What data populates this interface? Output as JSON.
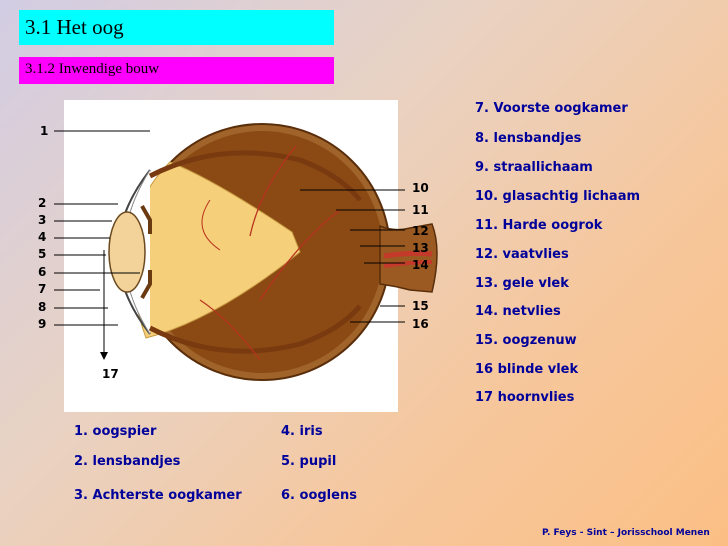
{
  "header": {
    "title": "3.1 Het oog",
    "subtitle": "3.1.2  Inwendige bouw"
  },
  "diagram": {
    "numbers_left": [
      "1",
      "2",
      "3",
      "4",
      "5",
      "6",
      "7",
      "8",
      "9"
    ],
    "numbers_right": [
      "10",
      "11",
      "12",
      "13",
      "14",
      "15",
      "16"
    ],
    "number_bottom": "17"
  },
  "legend_right": [
    "7. Voorste oogkamer",
    "8. lensbandjes",
    "9. straallichaam",
    "10. glasachtig lichaam",
    "11. Harde oogrok",
    "12. vaatvlies",
    "13. gele vlek",
    "14. netvlies",
    "15. oogzenuw",
    "16  blinde vlek",
    "17  hoornvlies"
  ],
  "legend_bottom_left": [
    "1. oogspier",
    "2. lensbandjes",
    "3. Achterste oogkamer"
  ],
  "legend_bottom_right": [
    "4. iris",
    "5. pupil",
    "6. ooglens"
  ],
  "credit": "P. Feys  - Sint – Jorisschool Menen",
  "colors": {
    "title_bg": "#00ffff",
    "subtitle_bg": "#ff00ff",
    "eyeball": "#8b4a14",
    "vitreous": "#f6cf7a",
    "legend_text": "#00009a"
  }
}
